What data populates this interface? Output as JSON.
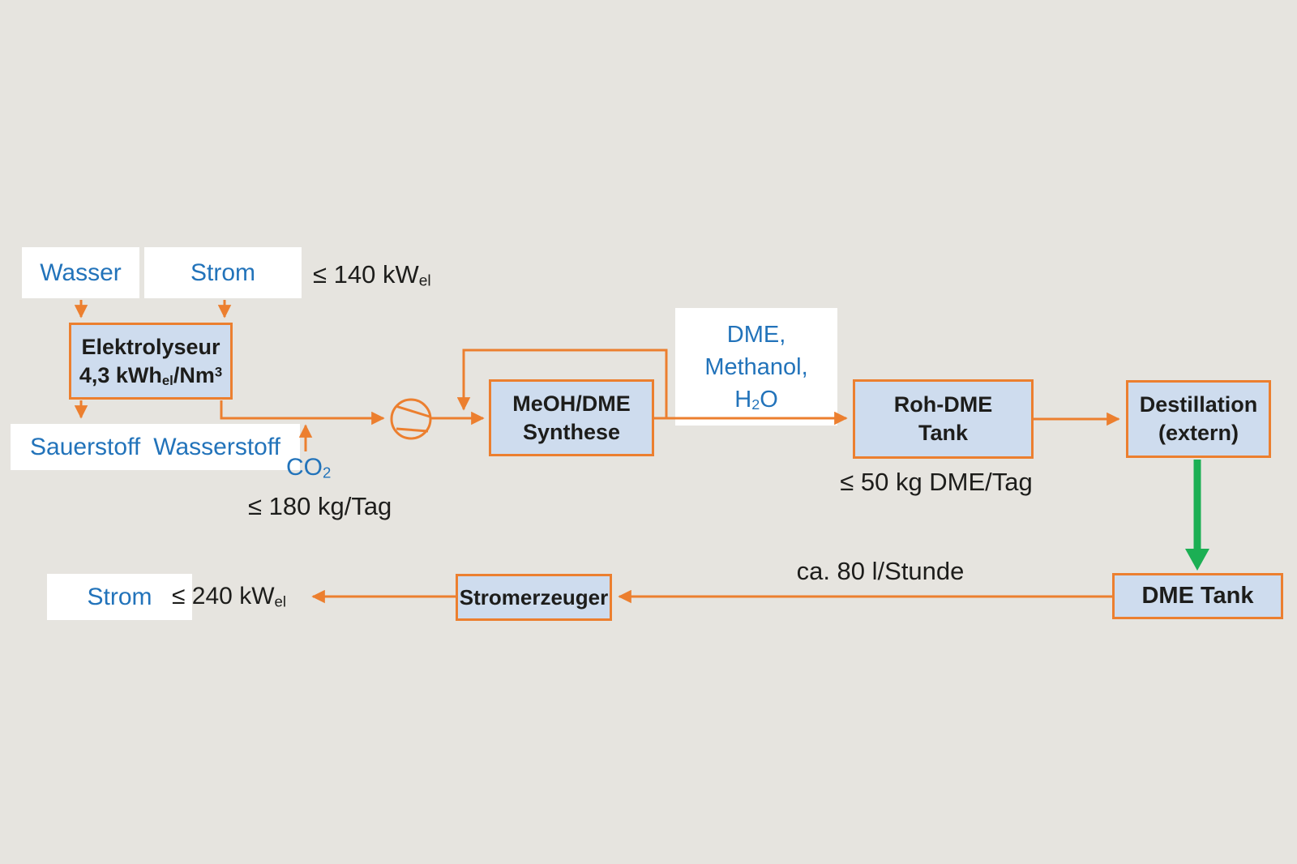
{
  "colors": {
    "bg": "#E6E4DF",
    "flow-orange": "#EC7F2F",
    "box-fill": "#CEDCEE",
    "label-blue": "#2273BA",
    "arrow-green": "#1CAF54",
    "text-black": "#1D1D1B",
    "label-bg": "#FFFFFF"
  },
  "nodes": {
    "wasser": "Wasser",
    "strom_in": "Strom",
    "elektrolyseur": {
      "line1": "Elektrolyseur",
      "line2": {
        "pre": "4,3 kWh",
        "sub": "el",
        "mid": "/Nm",
        "sup": "3"
      }
    },
    "sauerstoff": "Sauerstoff",
    "wasserstoff": "Wasserstoff",
    "co2": {
      "pre": "CO",
      "sub": "2"
    },
    "synthese": {
      "line1": "MeOH/DME",
      "line2": "Synthese"
    },
    "products": {
      "line1": "DME,",
      "line2": "Methanol,",
      "line3": {
        "pre": "H",
        "sub": "2",
        "post": "O"
      }
    },
    "roh_dme_tank": {
      "line1": "Roh-DME",
      "line2": "Tank"
    },
    "destillation": {
      "line1": "Destillation",
      "line2": "(extern)"
    },
    "dme_tank": "DME Tank",
    "stromerzeuger": "Stromerzeuger",
    "strom_out": "Strom"
  },
  "annotations": {
    "limit_140": {
      "pre": "≤ 140 kW",
      "sub": "el"
    },
    "limit_180": "≤ 180 kg/Tag",
    "limit_50": "≤ 50 kg DME/Tag",
    "rate_80": "ca. 80 l/Stunde",
    "limit_240": {
      "pre": "≤ 240 kW",
      "sub": "el"
    }
  }
}
